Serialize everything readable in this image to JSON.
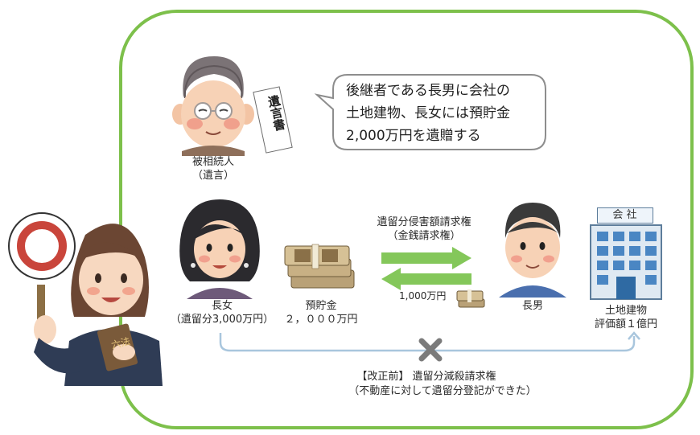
{
  "speech_bubble": {
    "lines": [
      "後継者である長男に会社の",
      "土地建物、長女には預貯金",
      "2,000万円を遺贈する"
    ]
  },
  "will_paper": {
    "text": "遺言書"
  },
  "decedent": {
    "line1": "被相続人",
    "line2": "（遺言）"
  },
  "eldest_daughter": {
    "name": "長女",
    "reserved_share": "（遺留分3,000万円）"
  },
  "savings": {
    "label": "預貯金",
    "amount": "２，０００万円"
  },
  "claim_arrow": {
    "line1": "遺留分侵害額請求権",
    "line2": "（金銭請求権）"
  },
  "payment_amount": "1,000万円",
  "eldest_son": {
    "name": "長男"
  },
  "company_sign": {
    "text": "会 社"
  },
  "land_building": {
    "label": "土地建物",
    "value": "評価額１億円"
  },
  "old_law": {
    "line1": "【改正前】 遺留分減殺請求権",
    "line2": "（不動産に対して遺留分登記ができた）"
  },
  "law_book": {
    "text": "六法"
  },
  "colors": {
    "frame_green": "#7dc04b",
    "arrow_green": "#84c75a",
    "connector_blue": "#a9c6dd",
    "cross_gray": "#7b7b7b",
    "paddle_red": "#c9453b"
  }
}
